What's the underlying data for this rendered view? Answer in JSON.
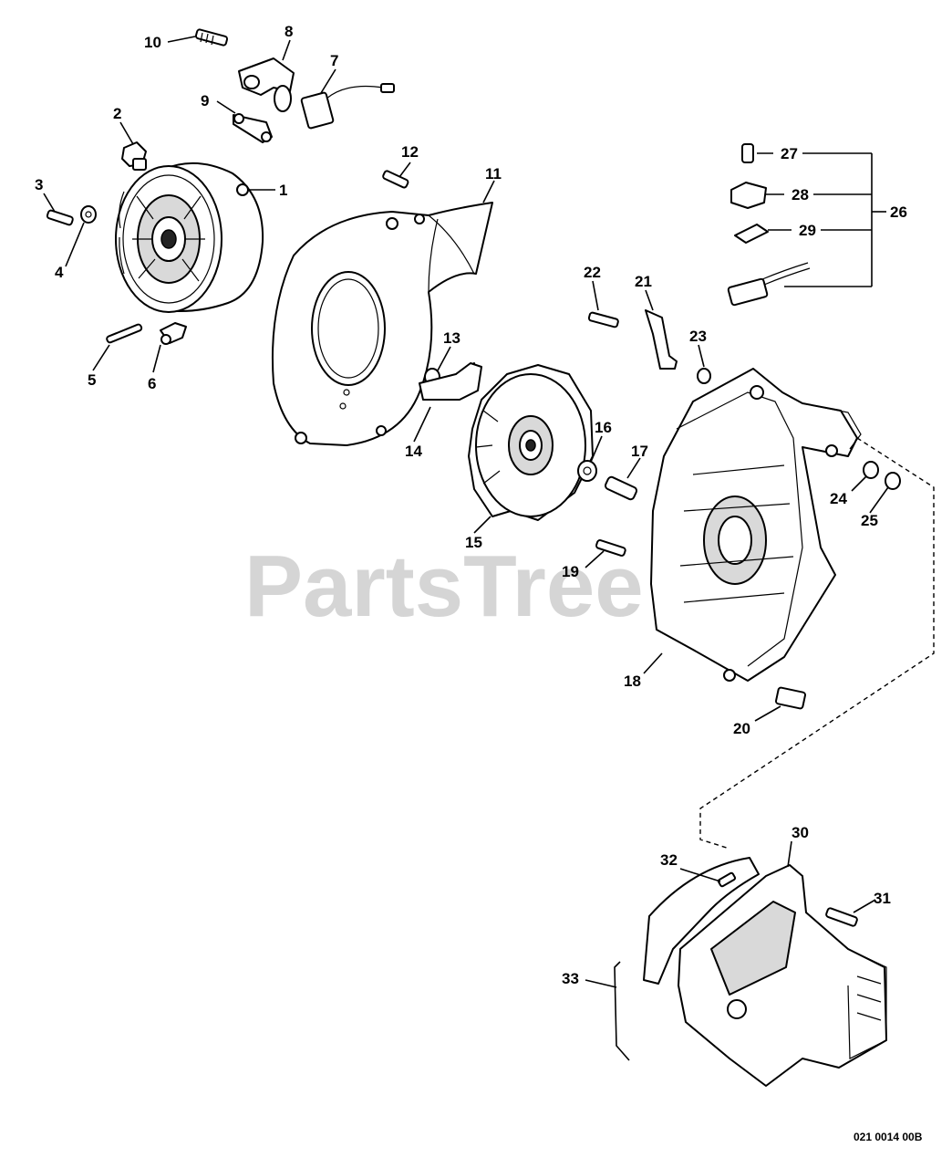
{
  "watermark": "PartsTree",
  "drawing_code": "021 0014 00B",
  "labels": {
    "p1": "1",
    "p2": "2",
    "p3": "3",
    "p4": "4",
    "p5": "5",
    "p6": "6",
    "p7": "7",
    "p8": "8",
    "p9": "9",
    "p10": "10",
    "p11": "11",
    "p12": "12",
    "p13": "13",
    "p14": "14",
    "p15": "15",
    "p16": "16",
    "p17": "17",
    "p18": "18",
    "p19": "19",
    "p20": "20",
    "p21": "21",
    "p22": "22",
    "p23": "23",
    "p24": "24",
    "p25": "25",
    "p26": "26",
    "p27": "27",
    "p28": "28",
    "p29": "29",
    "p30": "30",
    "p31": "31",
    "p32": "32",
    "p33": "33"
  }
}
